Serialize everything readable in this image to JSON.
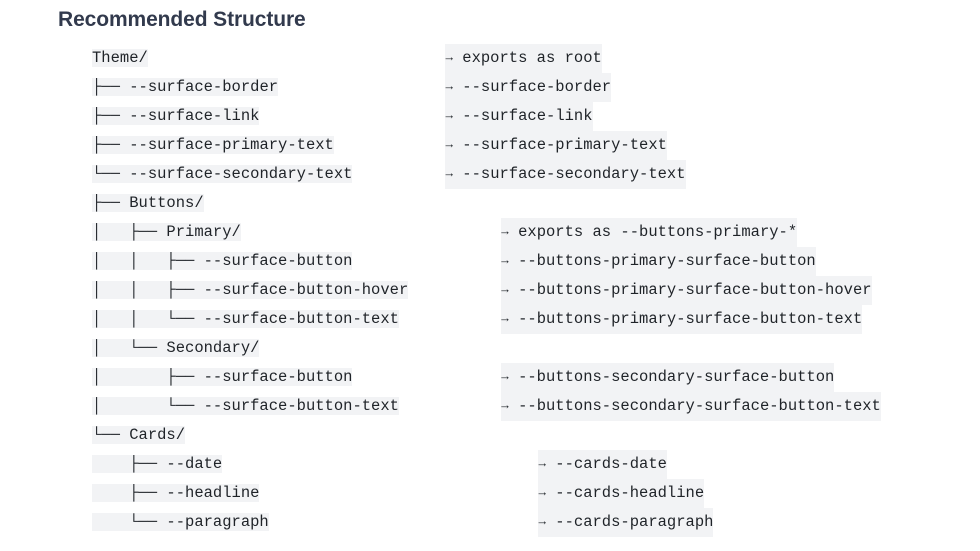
{
  "title": "Recommended Structure",
  "colors": {
    "heading": "#323a4d",
    "text": "#1f2328",
    "highlight": "#f2f3f5",
    "background": "#ffffff"
  },
  "legend": {
    "arrow_icon": "arrow-right-icon",
    "arrow_glyph": "→",
    "branch_tee": "├──",
    "branch_last": "└──",
    "branch_pipe": "│"
  },
  "tree": {
    "rows": [
      {
        "prefix": "",
        "name": "Theme/",
        "mapping": "exports as root",
        "indent_cols": 0
      },
      {
        "prefix": "├── ",
        "name": "--surface-border",
        "mapping": "--surface-border",
        "indent_cols": 0
      },
      {
        "prefix": "├── ",
        "name": "--surface-link",
        "mapping": "--surface-link",
        "indent_cols": 0
      },
      {
        "prefix": "├── ",
        "name": "--surface-primary-text",
        "mapping": "--surface-primary-text",
        "indent_cols": 0
      },
      {
        "prefix": "└── ",
        "name": "--surface-secondary-text",
        "mapping": "--surface-secondary-text",
        "indent_cols": 0
      },
      {
        "prefix": "├── ",
        "name": "Buttons/",
        "mapping": "",
        "indent_cols": 0
      },
      {
        "prefix": "│   ├── ",
        "name": "Primary/",
        "mapping": "exports as --buttons-primary-*",
        "indent_cols": 0
      },
      {
        "prefix": "│   │   ├── ",
        "name": "--surface-button",
        "mapping": "--buttons-primary-surface-button",
        "indent_cols": 0
      },
      {
        "prefix": "│   │   ├── ",
        "name": "--surface-button-hover",
        "mapping": "--buttons-primary-surface-button-hover",
        "indent_cols": 0
      },
      {
        "prefix": "│   │   └── ",
        "name": "--surface-button-text",
        "mapping": "--buttons-primary-surface-button-text",
        "indent_cols": 0
      },
      {
        "prefix": "│   └── ",
        "name": "Secondary/",
        "mapping": "",
        "indent_cols": 0
      },
      {
        "prefix": "│       ├── ",
        "name": "--surface-button",
        "mapping": "--buttons-secondary-surface-button",
        "indent_cols": 0
      },
      {
        "prefix": "│       └── ",
        "name": "--surface-button-text",
        "mapping": "--buttons-secondary-surface-button-text",
        "indent_cols": 0
      },
      {
        "prefix": "└── ",
        "name": "Cards/",
        "mapping": "",
        "indent_cols": 0
      },
      {
        "prefix": "    ├── ",
        "name": "--date",
        "mapping": "--cards-date",
        "indent_cols": 0
      },
      {
        "prefix": "    ├── ",
        "name": "--headline",
        "mapping": "--cards-headline",
        "indent_cols": 0
      },
      {
        "prefix": "    └── ",
        "name": "--paragraph",
        "mapping": "--cards-paragraph",
        "indent_cols": 0
      }
    ]
  }
}
